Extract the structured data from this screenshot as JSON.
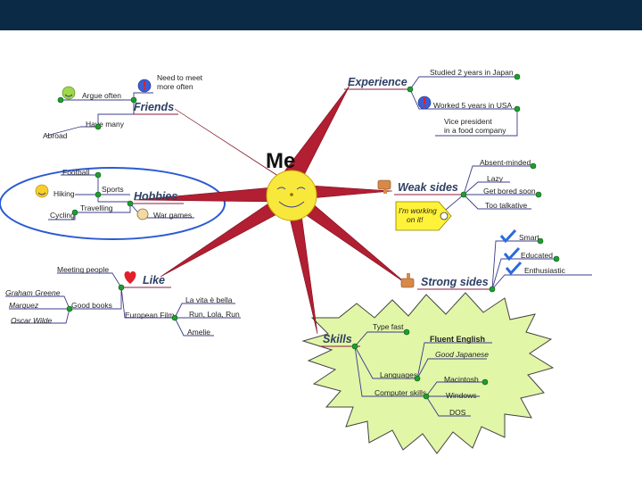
{
  "center": {
    "label": "Me"
  },
  "branches": {
    "friends": {
      "label": "Friends",
      "items": [
        "Need to meet more often",
        "Argue often",
        "Have many",
        "Abroad"
      ]
    },
    "experience": {
      "label": "Experience",
      "items": [
        "Studied 2 years in Japan",
        "Worked 5 years in USA",
        "Vice president in a food company"
      ]
    },
    "hobbies": {
      "label": "Hobbies",
      "items": [
        "Football",
        "Sports",
        "Hiking",
        "Travelling",
        "Cycling",
        "War games"
      ]
    },
    "weak_sides": {
      "label": "Weak sides",
      "items": [
        "Absent-minded",
        "Lazy",
        "Get bored soon",
        "Too talkative"
      ],
      "note": "I'm working on it!"
    },
    "like": {
      "label": "Like",
      "items": [
        "Meeting people",
        "Graham Greene",
        "Marquez",
        "Good books",
        "Oscar Wilde",
        "European Film",
        "La vita è bella",
        "Run, Lola, Run",
        "Amelie"
      ]
    },
    "strong_sides": {
      "label": "Strong sides",
      "items": [
        "Smart",
        "Educated",
        "Enthusiastic"
      ]
    },
    "skills": {
      "label": "Skills",
      "items": [
        "Type fast",
        "Fluent English",
        "Good Japanese",
        "Languages",
        "Macintosh",
        "Computer skills",
        "Windows",
        "DOS"
      ]
    }
  },
  "colors": {
    "header": "#0b2a45",
    "spoke": "#b21e32",
    "sun": "#f8e83c",
    "burst": "#e2f6a8",
    "ellipse": "#2a5ad2",
    "node": "#1e9e2e"
  },
  "icons": [
    "smiley-icon",
    "alert-icon",
    "thumbs-down-icon",
    "thumbs-up-icon",
    "heart-icon",
    "checkmark-icon",
    "sticky-note-icon"
  ]
}
